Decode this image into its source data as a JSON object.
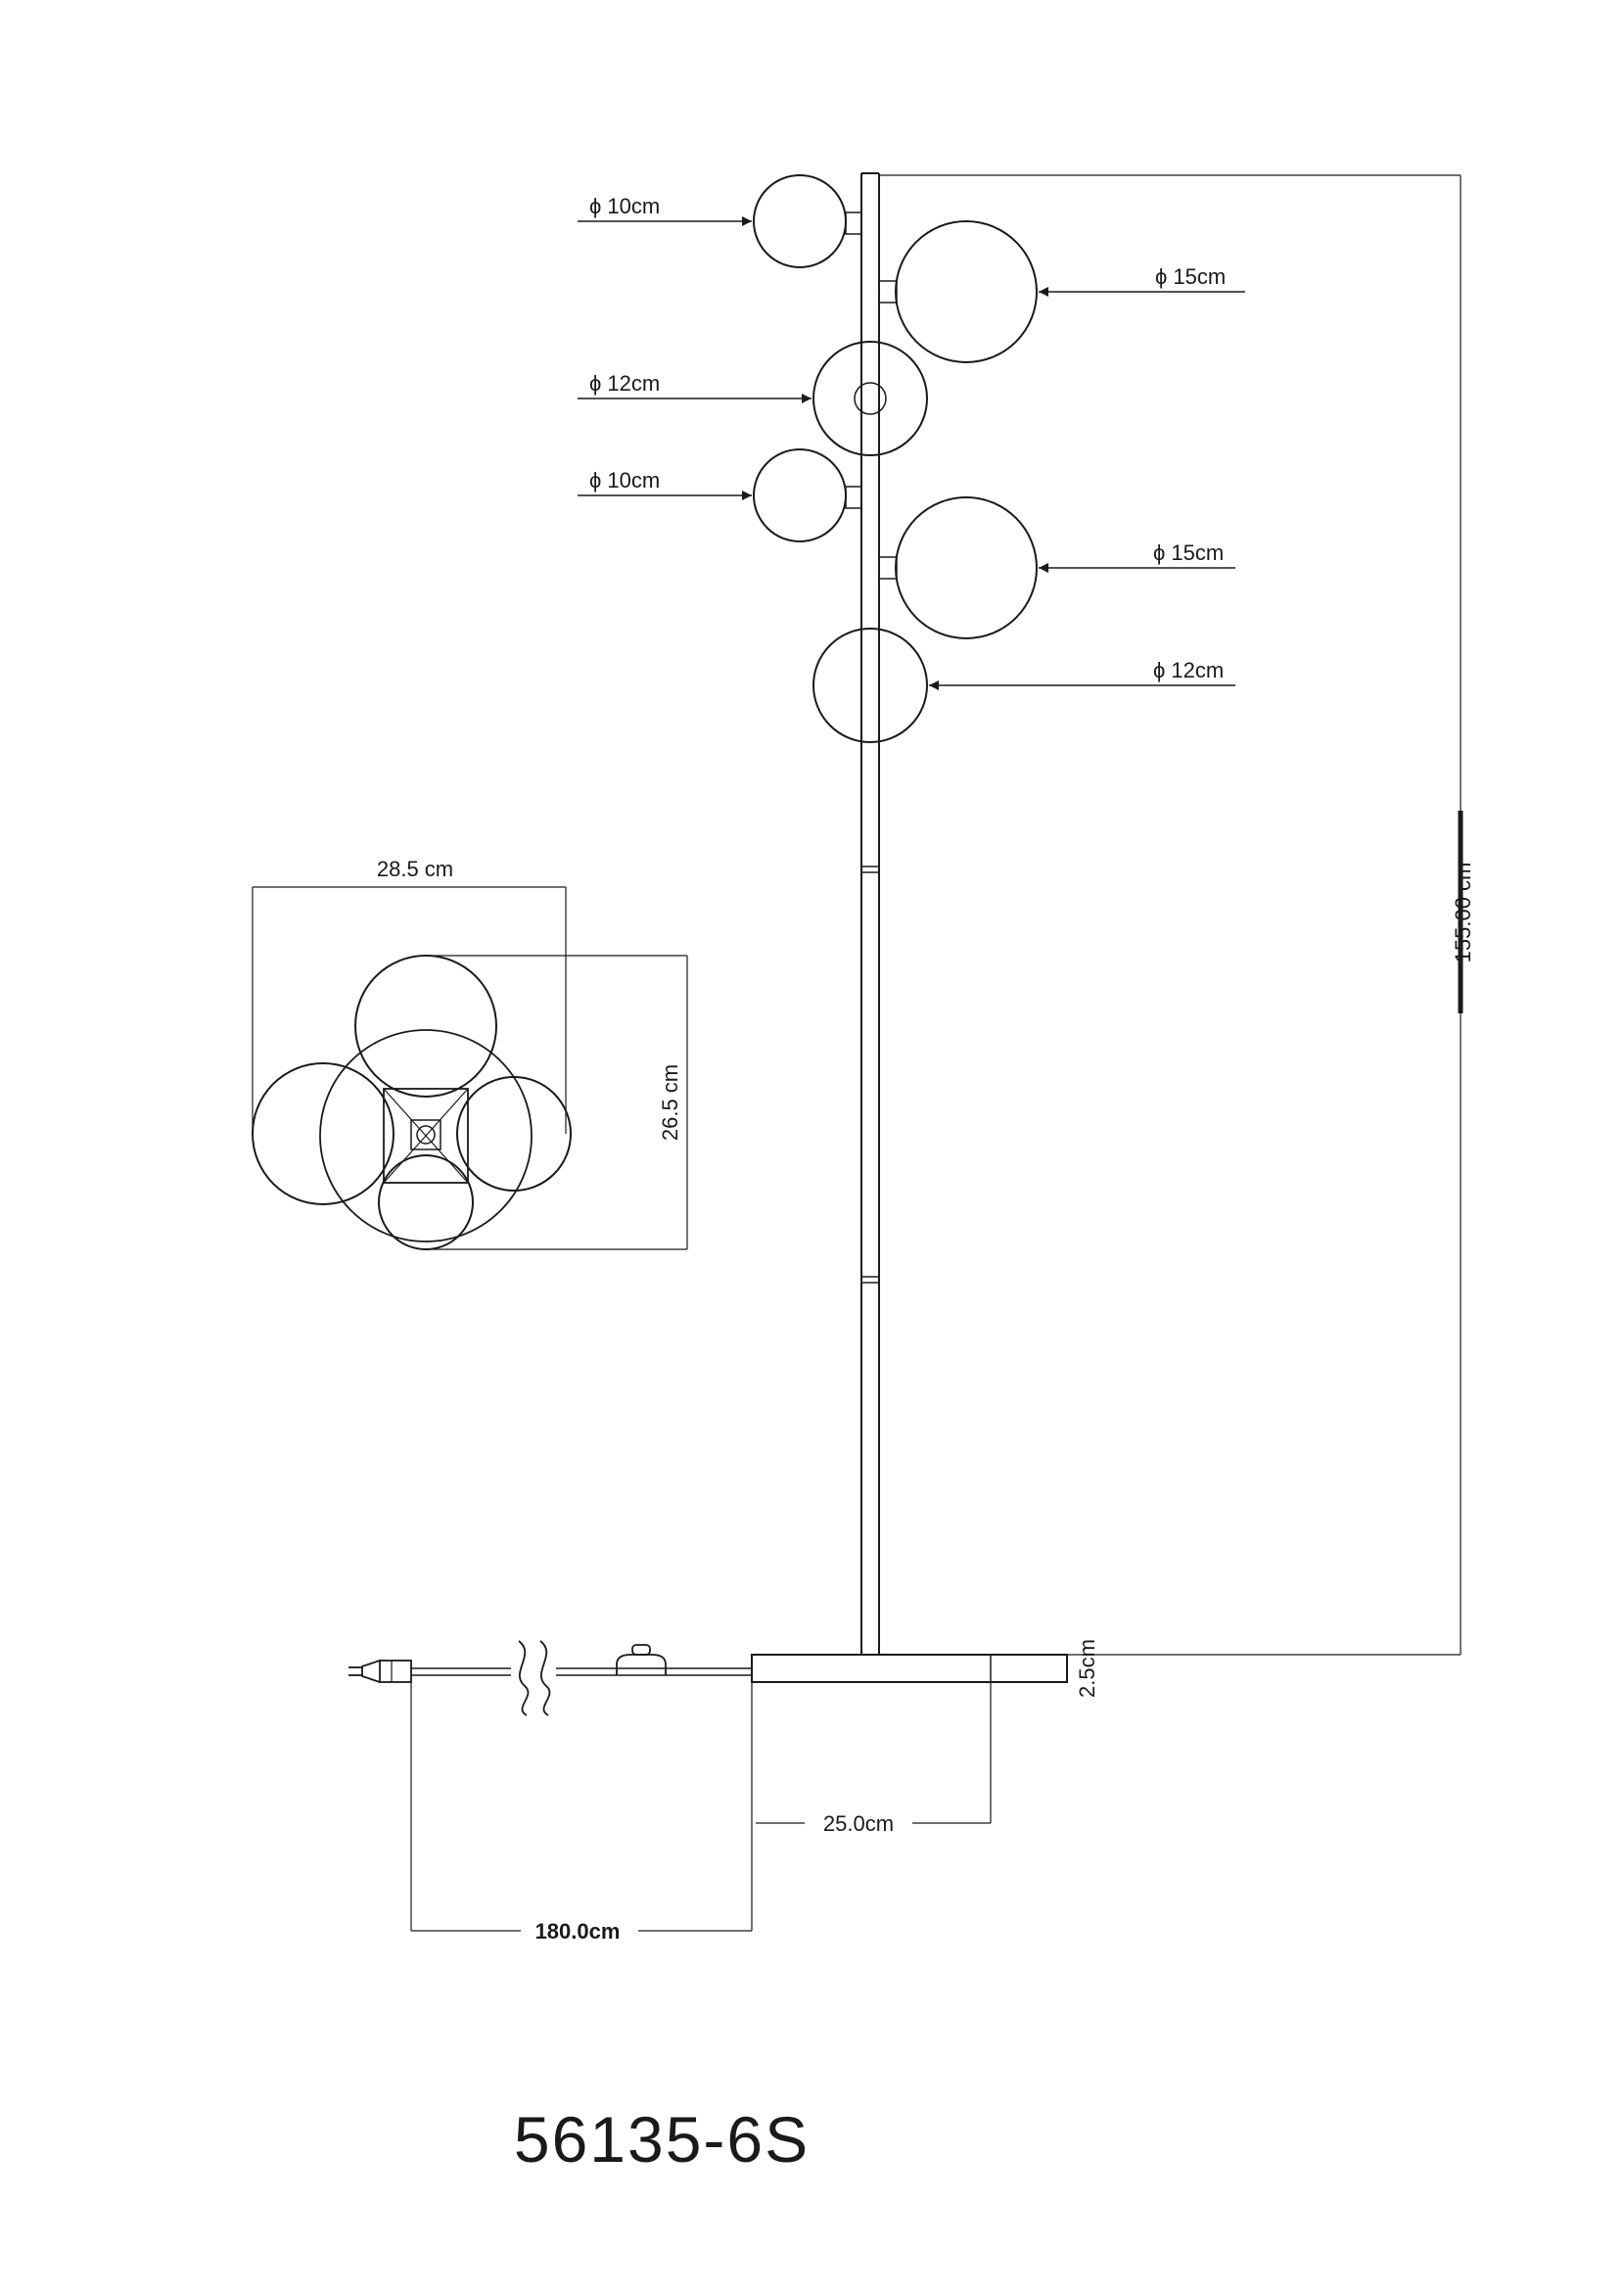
{
  "model_number": "56135-6S",
  "globes": [
    {
      "id": "top-left",
      "label": "ϕ 10cm"
    },
    {
      "id": "top-right",
      "label": "ϕ 15cm"
    },
    {
      "id": "mid-left-large",
      "label": "ϕ 12cm"
    },
    {
      "id": "mid-left-small",
      "label": "ϕ 10cm"
    },
    {
      "id": "mid-right",
      "label": "ϕ 15cm"
    },
    {
      "id": "bottom",
      "label": "ϕ 12cm"
    }
  ],
  "dimensions": {
    "total_height": "155.00 cm",
    "top_view_width": "28.5 cm",
    "top_view_depth": "26.5 cm",
    "base_thickness": "2.5cm",
    "base_width": "25.0cm",
    "cable_length": "180.0cm"
  },
  "colors": {
    "line": "#1a1a1a",
    "background": "#ffffff"
  }
}
